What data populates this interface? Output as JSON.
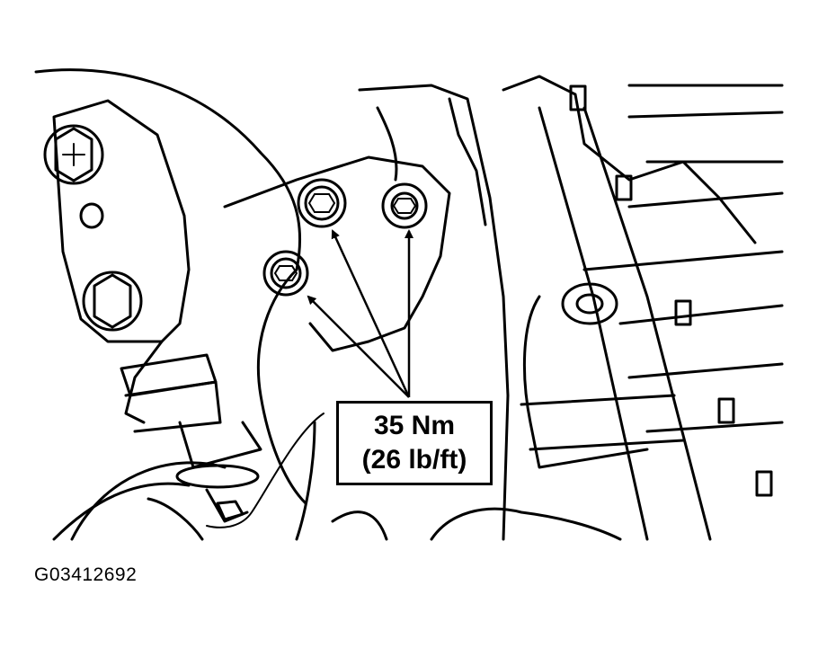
{
  "callout": {
    "torque_metric": "35 Nm",
    "torque_imperial": "(26 lb/ft)"
  },
  "figure_id": "G03412692",
  "colors": {
    "ink": "#000000",
    "paper": "#ffffff"
  },
  "icons": [
    "bolt-head-icon"
  ]
}
